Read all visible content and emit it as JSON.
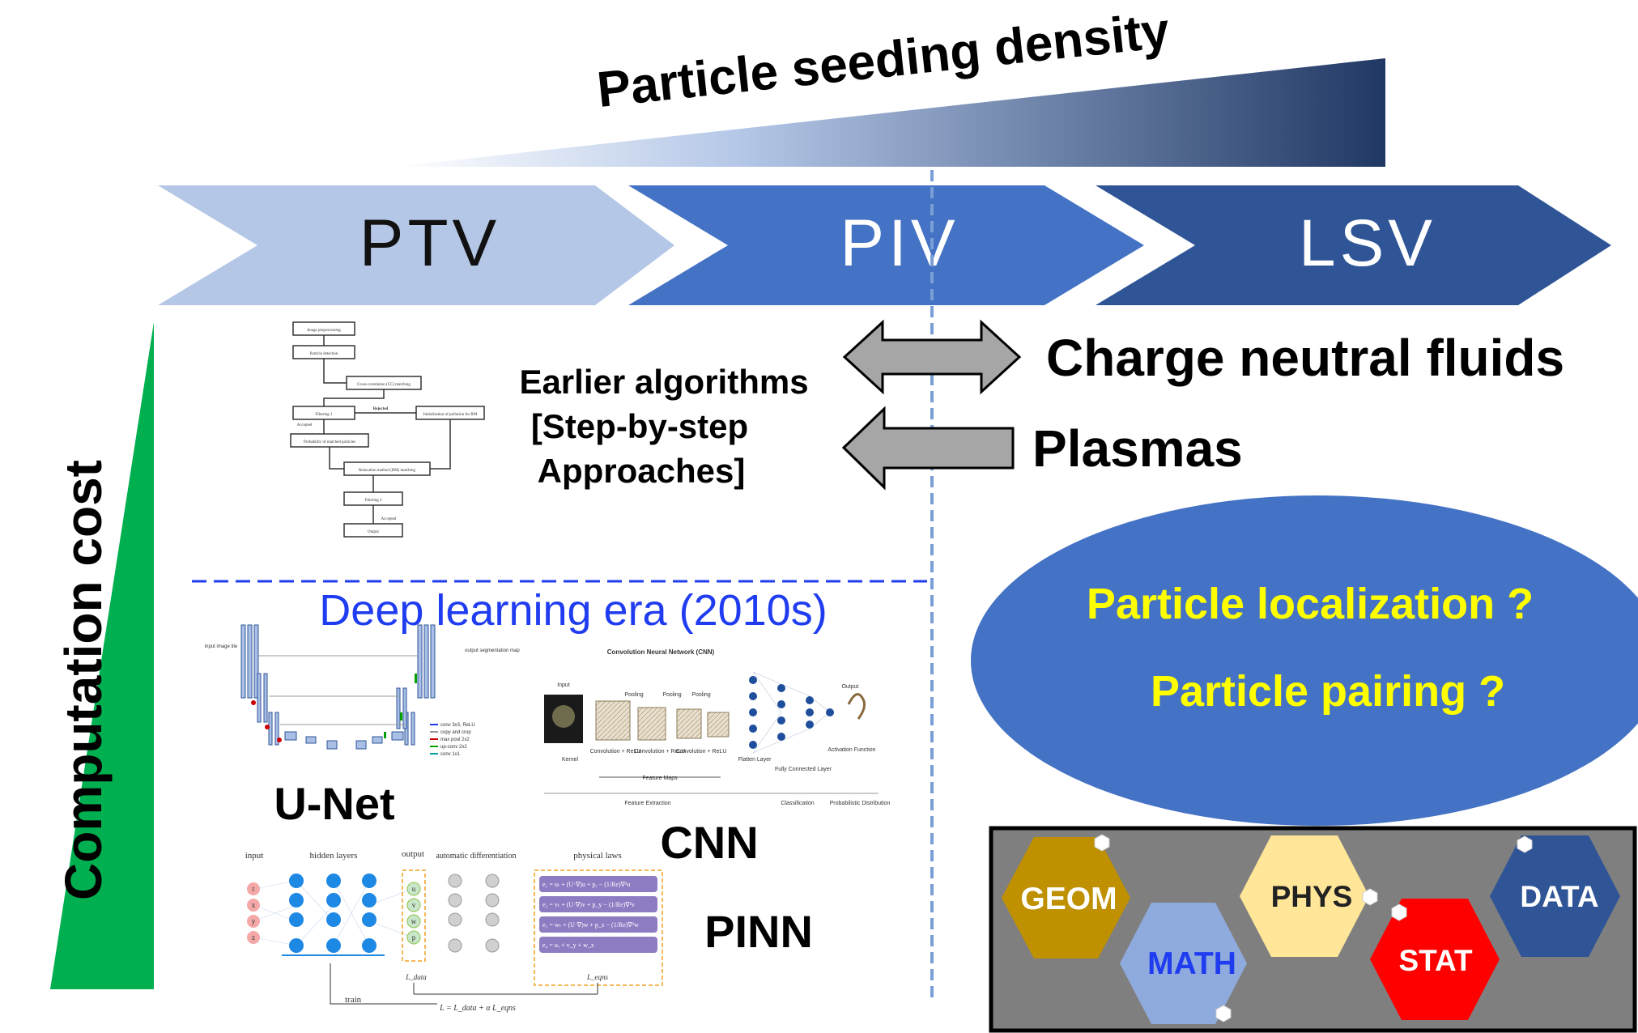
{
  "title": "Particle seeding density",
  "axis_label": "Computation cost",
  "stages": {
    "ptv": "PTV",
    "piv": "PIV",
    "lsv": "LSV"
  },
  "arrows": {
    "charge_neutral": "Charge neutral fluids",
    "plasmas": "Plasmas"
  },
  "earlier": {
    "line1": "Earlier algorithms",
    "line2": "[Step-by-step",
    "line3": "Approaches]"
  },
  "deep_learning": "Deep learning era (2010s)",
  "models": {
    "unet": "U-Net",
    "cnn": "CNN",
    "pinn": "PINN"
  },
  "questions": {
    "q1": "Particle localization ?",
    "q2": "Particle pairing ?"
  },
  "hexagons": {
    "geom": "GEOM",
    "math": "MATH",
    "phys": "PHYS",
    "stat": "STAT",
    "data": "DATA"
  },
  "flowchart": {
    "b1": "Image preprocessing",
    "b2": "Particle detection",
    "b3": "Cross-correlation (CC) matching",
    "b4": "Filtering 1",
    "b5": "Rejected",
    "b6": "Initialization of pollution for RM",
    "b7": "Accepted",
    "b8": "Probability of matched particles",
    "b9": "Relaxation method (RM) matching",
    "b10": "Filtering 2",
    "b11": "Accepted",
    "b12": "Output"
  },
  "unet_fig": {
    "input": "input image tile",
    "output": "output segmentation map",
    "legend1": "conv 3x3, ReLU",
    "legend2": "copy and crop",
    "legend3": "max pool 2x2",
    "legend4": "up-conv 2x2",
    "legend5": "conv 1x1"
  },
  "cnn_fig": {
    "title": "Convolution Neural Network (CNN)",
    "input": "Input",
    "output": "Output",
    "pool1": "Pooling",
    "pool2": "Pooling",
    "pool3": "Pooling",
    "conv1": "Convolution + ReLU",
    "conv2": "Convolution + ReLU",
    "conv3": "Convolution + ReLU",
    "kernel": "Kernel",
    "flatten": "Flatten Layer",
    "fc": "Fully Connected Layer",
    "act": "Activation Function",
    "fmaps": "Feature Maps",
    "fext": "Feature Extraction",
    "cls": "Classification",
    "prob": "Probabilistic Distribution"
  },
  "pinn_fig": {
    "input": "input",
    "hidden": "hidden layers",
    "output": "output",
    "autodiff": "automatic differentiation",
    "laws": "physical laws",
    "train": "train",
    "in1": "t",
    "in2": "x",
    "in3": "y",
    "in4": "z",
    "out1": "u",
    "out2": "v",
    "out3": "w",
    "out4": "p",
    "ldata": "L_data",
    "leqns": "L_eqns",
    "loss": "L = L_data + α L_eqns",
    "eq1": "e₁ = uₜ + (U·∇)u + pₓ − (1/Re)∇²u",
    "eq2": "e₂ = vₜ + (U·∇)v + p_y − (1/Re)∇²v",
    "eq3": "e₃ = wₜ + (U·∇)w + p_z − (1/Re)∇²w",
    "eq4": "e₄ = uₓ + v_y + w_z"
  },
  "colors": {
    "ptv": "#b4c7e7",
    "piv": "#4472c4",
    "lsv": "#2f5597",
    "green": "#00b050",
    "ellipse": "#4472c4",
    "question_text": "#ffff00",
    "deep_learning_text": "#1f3cf0",
    "geom": "#bf9000",
    "math": "#8faadc",
    "phys": "#ffe699",
    "stat": "#ff0000",
    "data": "#2f5597"
  }
}
